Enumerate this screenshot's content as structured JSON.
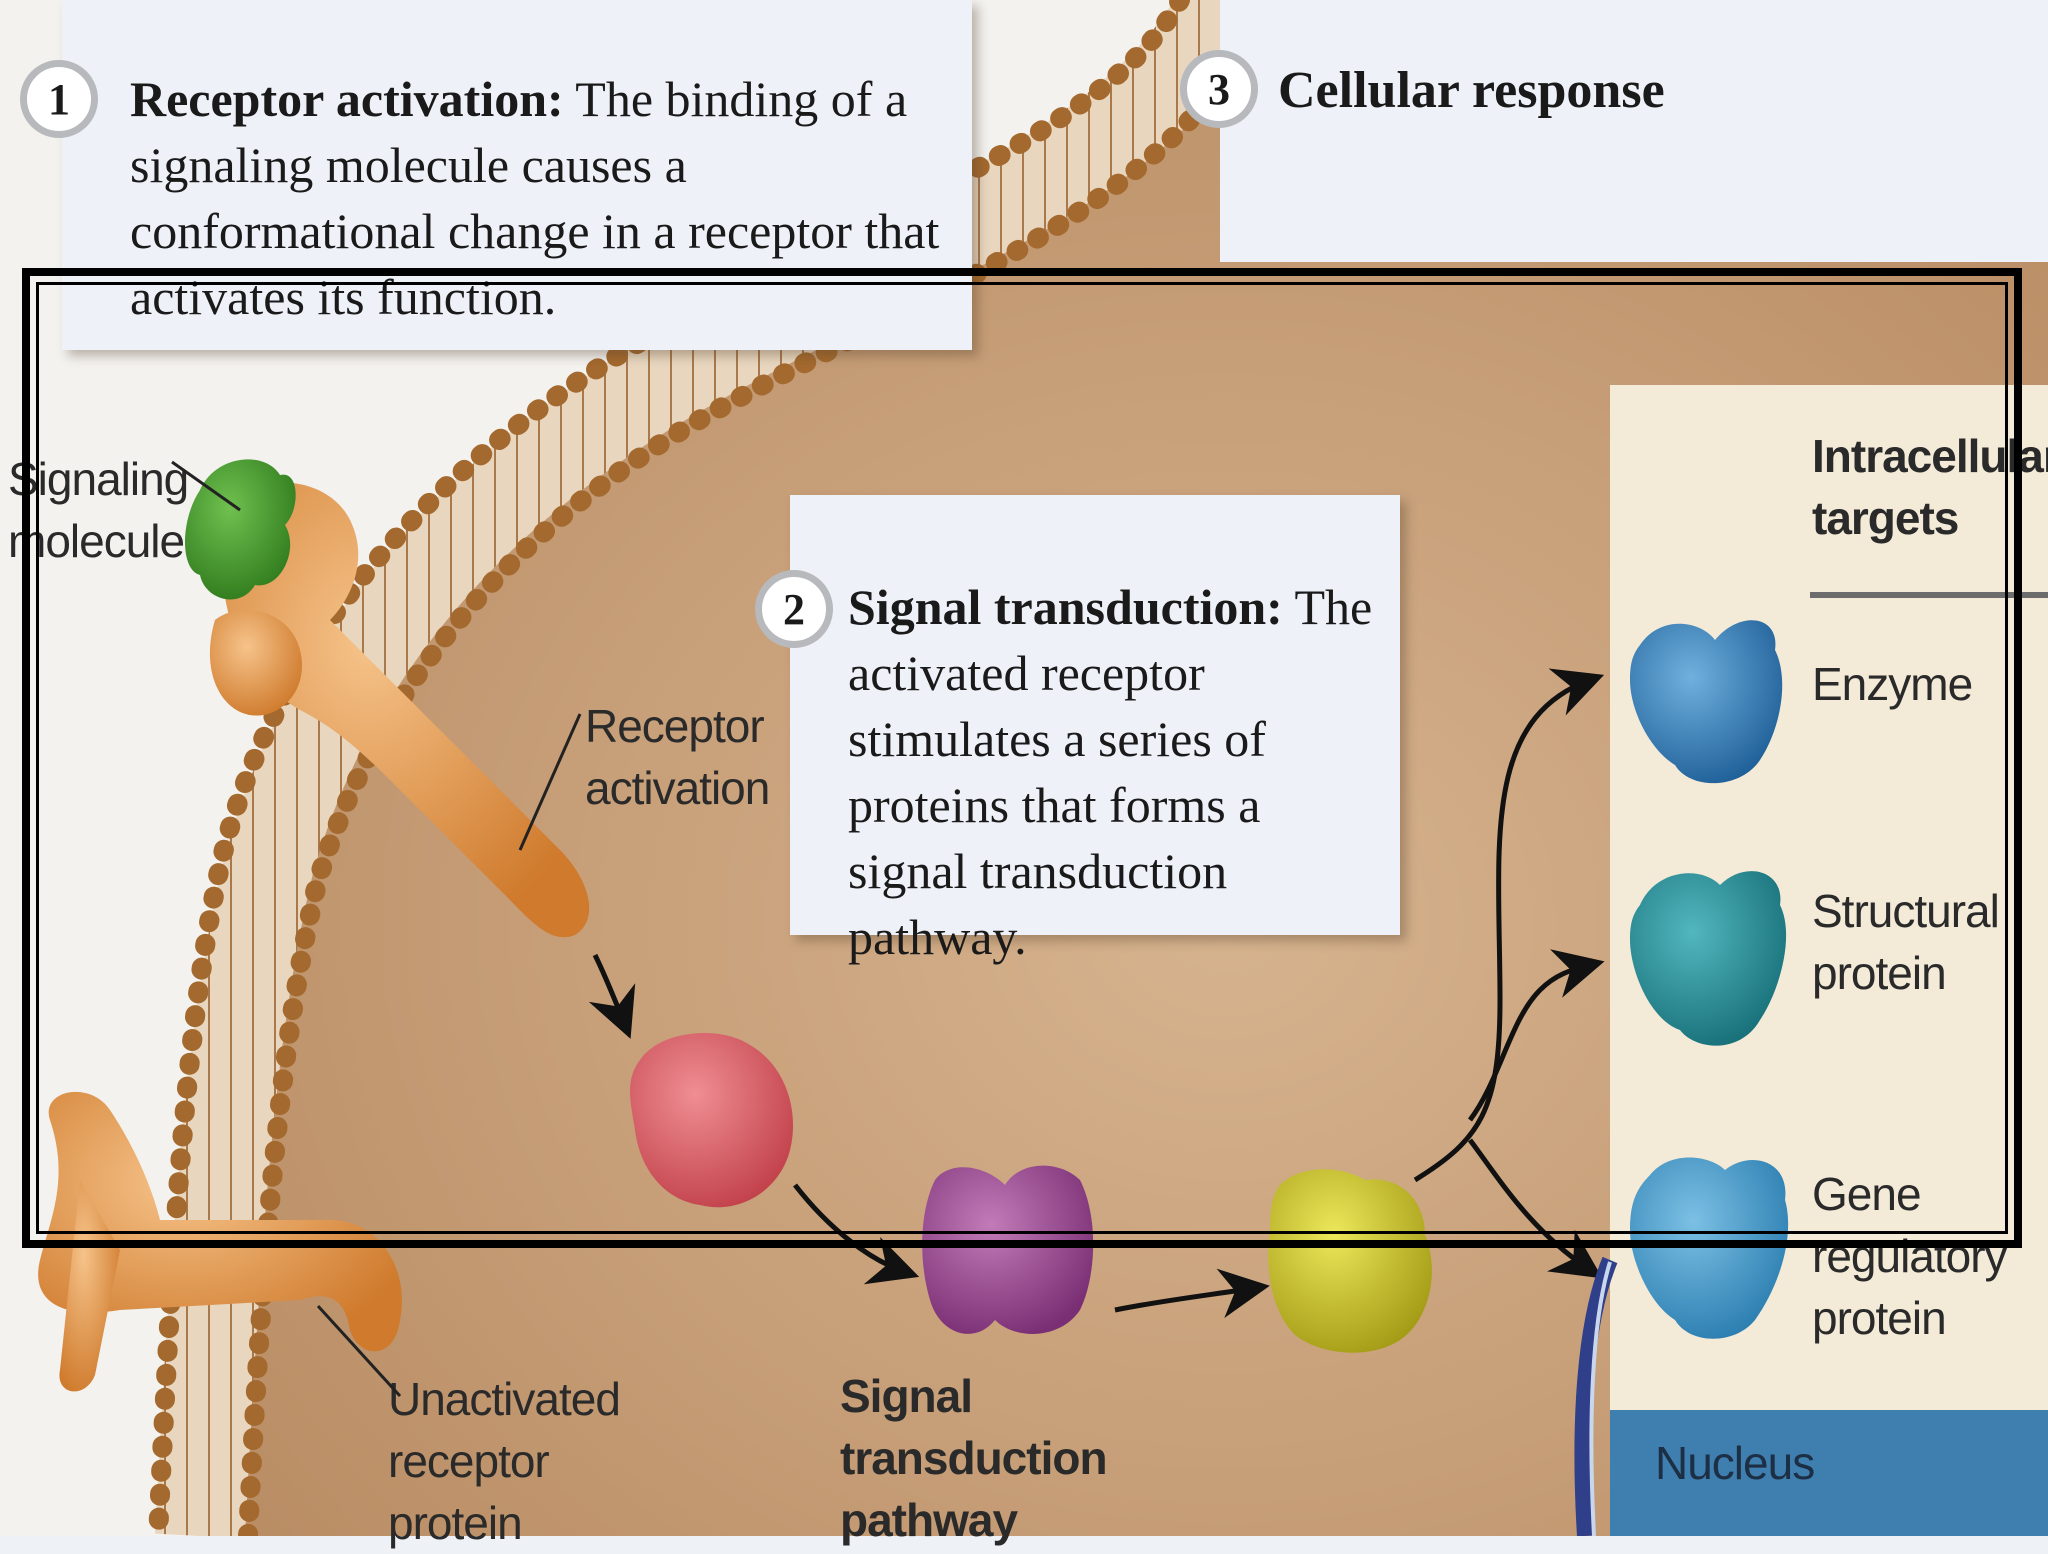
{
  "step1": {
    "number": "1",
    "title": "Receptor activation:",
    "text": "The binding of a signaling molecule causes a conformational change in a receptor that activates its function."
  },
  "step2": {
    "number": "2",
    "title": "Signal transduction:",
    "text": "The activated receptor stimulates a series of proteins that forms a signal transduction pathway."
  },
  "step3": {
    "number": "3",
    "title": "Cellular response"
  },
  "labels": {
    "signaling_molecule": "Signaling molecule",
    "receptor_activation": "Receptor activation",
    "unactivated_receptor": "Unactivated receptor protein",
    "pathway": "Signal transduction pathway",
    "nucleus": "Nucleus"
  },
  "targets": {
    "heading": "Intracellular targets",
    "items": [
      "Enzyme",
      "Structural protein",
      "Gene regulatory protein"
    ]
  },
  "colors": {
    "cytoplasm": "#c9a27d",
    "membrane_head": "#a3692e",
    "receptor": "#e79b4f",
    "signaling_molecule": "#3f8e2a",
    "protein_red": "#d2505c",
    "protein_purple": "#8e3f86",
    "protein_yellow": "#bfb826",
    "target_enzyme": "#2f78b3",
    "target_structural": "#1f8c96",
    "target_gene": "#3f97c4",
    "nucleus": "#3f7fb0",
    "frame": "#000000"
  }
}
